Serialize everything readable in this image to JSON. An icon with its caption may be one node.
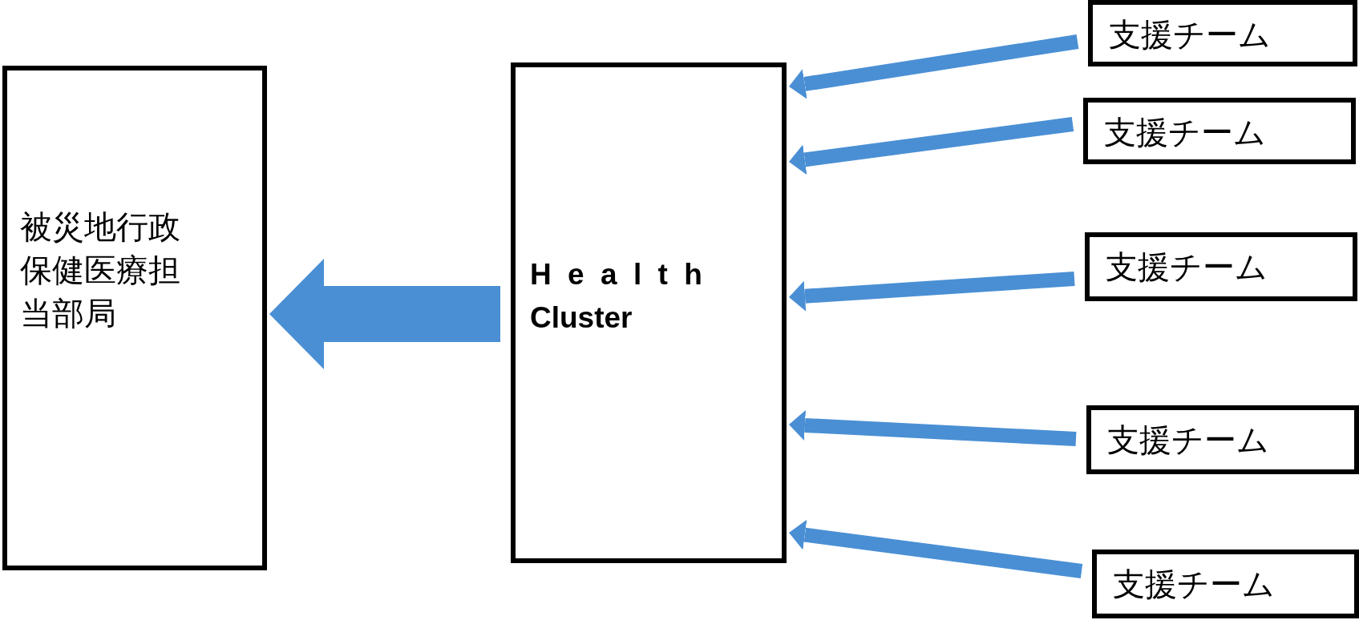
{
  "diagram": {
    "nodes": [
      {
        "text": [
          "被災地行政保健医療担当部局"
        ]
      },
      {
        "text": [
          "Health Cluster"
        ]
      },
      {
        "text": [
          "支援チーム"
        ]
      },
      {
        "text": [
          "支援チーム"
        ]
      },
      {
        "text": [
          "支援チーム"
        ]
      },
      {
        "text": [
          "支援チーム"
        ]
      },
      {
        "text": [
          "支援チーム"
        ]
      }
    ],
    "edges": [
      {
        "from": 1,
        "to": 0,
        "arrow": "to",
        "style": "thick"
      },
      {
        "from": 2,
        "to": 1,
        "arrow": "to"
      },
      {
        "from": 3,
        "to": 1,
        "arrow": "to"
      },
      {
        "from": 4,
        "to": 1,
        "arrow": "to"
      },
      {
        "from": 5,
        "to": 1,
        "arrow": "to"
      },
      {
        "from": 6,
        "to": 1,
        "arrow": "to"
      }
    ]
  }
}
